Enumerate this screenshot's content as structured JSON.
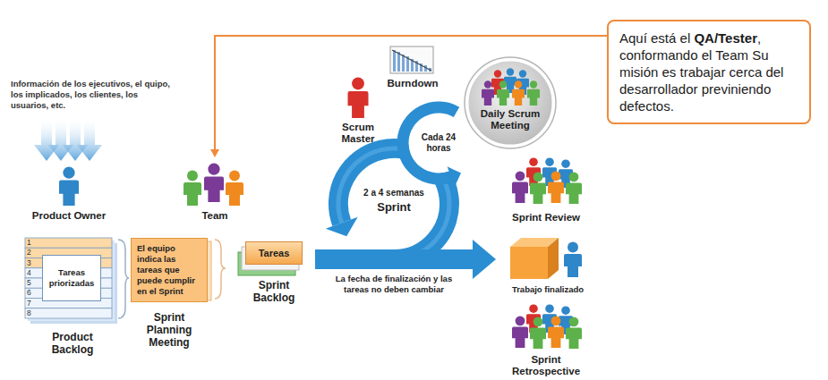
{
  "diagram": {
    "nodes": [
      {
        "text": [
          "Aquí está el",
          "QA/Tester",
          ", conformando el Team Su misión es trabajar cerca del desarrollador previniendo defectos."
        ]
      },
      {
        "text": [
          "Burndown"
        ]
      },
      {
        "text": [
          "Daily Scrum Meeting"
        ]
      },
      {
        "text": [
          "Scrum Master"
        ]
      },
      {
        "text": [
          "Product Owner"
        ]
      },
      {
        "text": [
          "Team"
        ]
      },
      {
        "text": [
          "Sprint Review"
        ]
      },
      {
        "text": [
          "Product Backlog"
        ]
      },
      {
        "text": [
          "Tareas priorizadas"
        ],
        "in": 7
      },
      {
        "text": [
          "El equipo indica las tareas que puede cumplir en el Sprint",
          "Sprint Planning Meeting"
        ]
      },
      {
        "text": [
          "Tareas",
          "Sprint Backlog"
        ]
      },
      {
        "text": [
          "Trabajo finalizado"
        ]
      },
      {
        "text": [
          "Sprint Retrospective"
        ]
      }
    ],
    "edges": [
      {
        "from": 0,
        "to": 5,
        "arrow": "to"
      },
      {
        "from": 10,
        "to": 11,
        "arrow": "to"
      }
    ],
    "labels": [
      "Información de los ejecutivos, el quipo, los implicados, los clientes, los usuarios, etc.",
      "Cada 24 horas",
      "2 a 4 semanas",
      "Sprint",
      "La fecha de finalización y las tareas no deben cambiar",
      "1",
      "2",
      "3",
      "4",
      "5",
      "6",
      "7",
      "8"
    ]
  }
}
